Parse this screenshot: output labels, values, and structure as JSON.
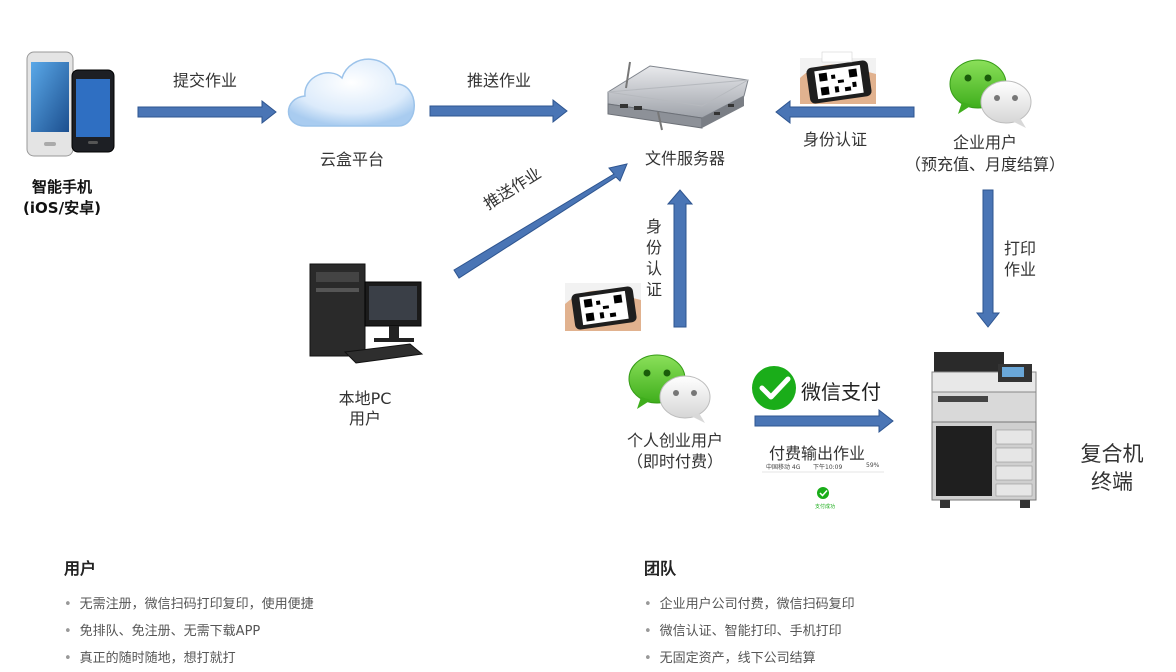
{
  "nodes": {
    "smartphone": {
      "line1": "智能手机",
      "line2": "(iOS/安卓)"
    },
    "cloud": {
      "label": "云盒平台"
    },
    "file_server": {
      "label": "文件服务器"
    },
    "enterprise_user": {
      "line1": "企业用户",
      "line2": "（预充值、月度结算）"
    },
    "local_pc": {
      "line1": "本地PC",
      "line2": "用户"
    },
    "personal_user": {
      "line1": "个人创业用户",
      "line2": "（即时付费）"
    },
    "mfp": {
      "line1": "复合机",
      "line2": "终端"
    }
  },
  "edges": {
    "submit_job": "提交作业",
    "push_job_top": "推送作业",
    "push_job_diag": "推送作业",
    "identity_auth_top": "身份认证",
    "identity_auth_vertical": [
      "身",
      "份",
      "认",
      "证"
    ],
    "print_job_vertical": [
      "打印",
      "作业"
    ],
    "pay_output_job": "付费输出作业"
  },
  "wechat_pay": {
    "label": "微信支付",
    "phone_status_left": "中国移动 4G",
    "phone_status_mid": "下午10:09",
    "phone_status_right": "59%",
    "pay_success": "支付成功"
  },
  "sections": {
    "users": {
      "title": "用户",
      "items": [
        "无需注册，微信扫码打印复印，使用便捷",
        "免排队、免注册、无需下载APP",
        "真正的随时随地，想打就打"
      ]
    },
    "team": {
      "title": "团队",
      "items": [
        "企业用户公司付费，微信扫码复印",
        "微信认证、智能打印、手机打印",
        "无固定资产，线下公司结算"
      ]
    }
  },
  "colors": {
    "arrow_fill": "#4a75b5",
    "arrow_stroke": "#2e5590",
    "wechat_green": "#1aad19"
  }
}
